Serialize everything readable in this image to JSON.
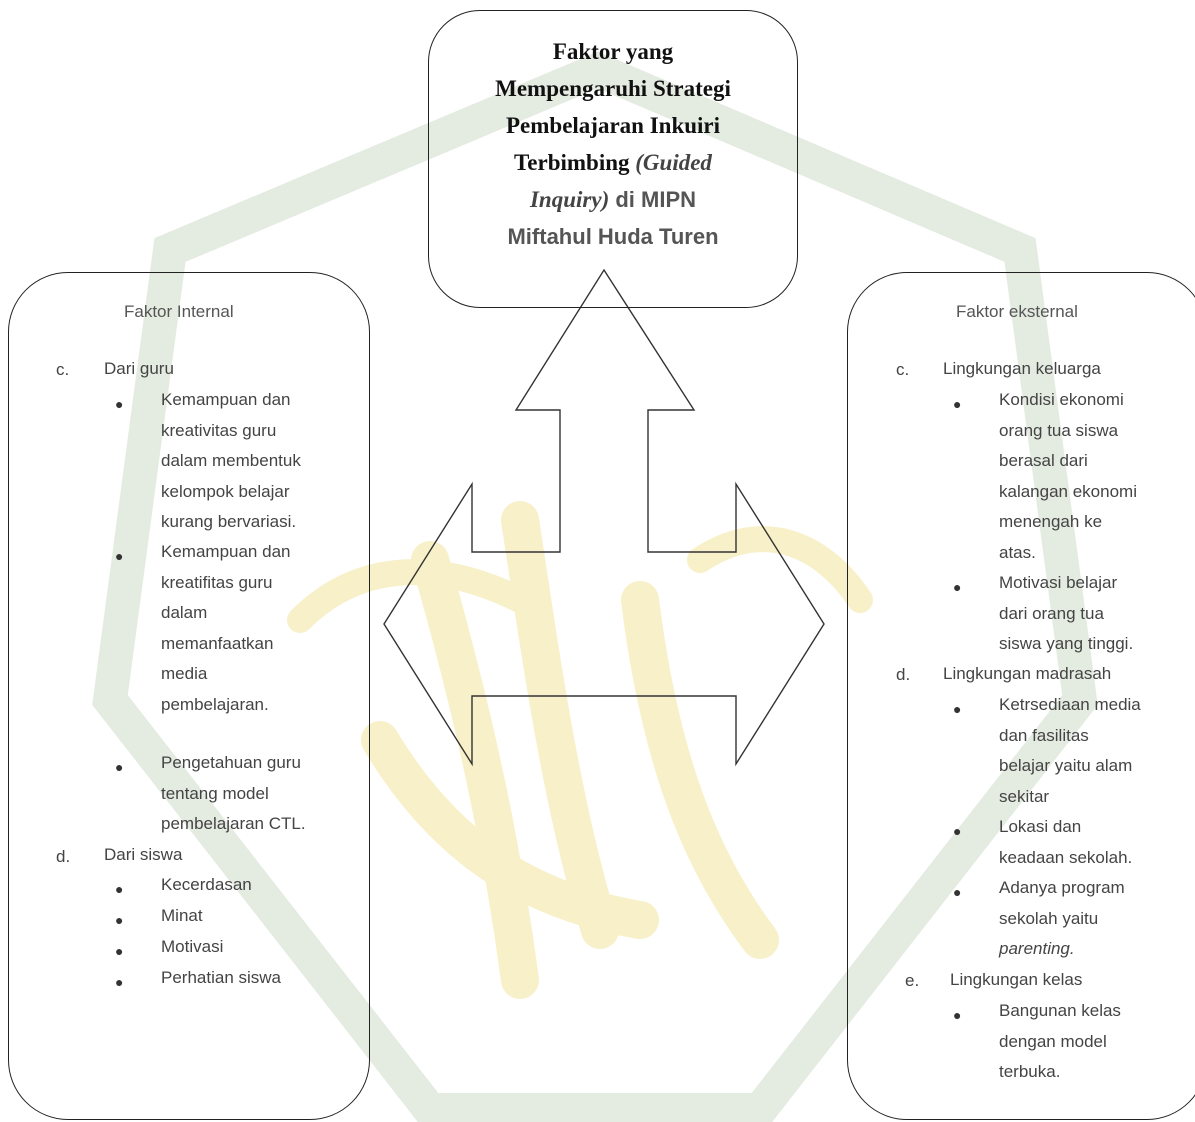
{
  "title": {
    "line1": "Faktor yang",
    "line2": "Mempengaruhi Strategi",
    "line3": "Pembelajaran Inkuiri",
    "line4_a": "Terbimbing ",
    "line4_b": "(Guided",
    "line5_a": "Inquiry)",
    "line5_b": " di MIPN",
    "line6": "Miftahul Huda Turen"
  },
  "internal": {
    "heading": "Faktor Internal",
    "groups": [
      {
        "marker": "c.",
        "label": "Dari guru",
        "items": [
          [
            "Kemampuan dan",
            "kreativitas guru",
            "dalam membentuk",
            "kelompok belajar",
            "kurang bervariasi."
          ],
          [
            "Kemampuan dan",
            "kreatifitas guru",
            "dalam",
            "memanfaatkan",
            "media",
            "pembelajaran."
          ],
          [
            "Pengetahuan guru",
            "tentang model",
            "pembelajaran CTL."
          ]
        ]
      },
      {
        "marker": "d.",
        "label": "Dari siswa",
        "items": [
          [
            "Kecerdasan"
          ],
          [
            "Minat"
          ],
          [
            "Motivasi"
          ],
          [
            "Perhatian siswa"
          ]
        ]
      }
    ]
  },
  "external": {
    "heading": "Faktor eksternal",
    "groups": [
      {
        "marker": "c.",
        "label": "Lingkungan keluarga",
        "items": [
          [
            "Kondisi ekonomi",
            "orang tua siswa",
            "berasal dari",
            "kalangan ekonomi",
            "menengah ke",
            "atas."
          ],
          [
            "Motivasi belajar",
            "dari orang tua",
            "siswa yang tinggi."
          ]
        ]
      },
      {
        "marker": "d.",
        "label": "Lingkungan madrasah",
        "items": [
          [
            "Ketrsediaan media",
            "dan fasilitas",
            "belajar yaitu alam",
            "sekitar"
          ],
          [
            "Lokasi dan",
            "keadaan sekolah."
          ],
          [
            "Adanya program",
            "sekolah yaitu",
            "parenting."
          ]
        ]
      },
      {
        "marker": "e.",
        "label": "Lingkungan kelas",
        "items": [
          [
            "Bangunan kelas",
            "dengan model",
            "terbuka."
          ]
        ]
      }
    ]
  },
  "colors": {
    "outline": "#222222",
    "text": "#444444",
    "watermark_green": "#dfe9dc",
    "watermark_yellow": "#f6efc4"
  }
}
